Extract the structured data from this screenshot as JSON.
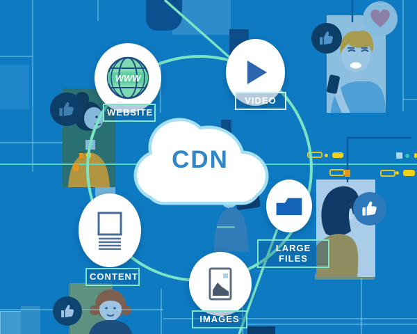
{
  "title": "CDN",
  "diagram": {
    "hub": {
      "label": "CDN",
      "icon": "cloud-icon"
    },
    "globe_text": "WWW",
    "nodes": [
      {
        "id": "website",
        "label": "WEBSITE",
        "icon": "globe-www-icon"
      },
      {
        "id": "video",
        "label": "VIDEO",
        "icon": "play-icon"
      },
      {
        "id": "large-files",
        "label": "LARGE FILES",
        "icon": "folder-icon"
      },
      {
        "id": "images",
        "label": "IMAGES",
        "icon": "image-icon"
      },
      {
        "id": "content",
        "label": "CONTENT",
        "icon": "document-icon"
      }
    ]
  },
  "decorations": {
    "social_icons": [
      "thumbs-up-icon",
      "thumbs-up-icon",
      "thumbs-up-icon",
      "thumbs-up-icon",
      "heart-icon"
    ],
    "people": [
      "man-holding-phone",
      "woman-with-bun",
      "woman-curly-hair",
      "woman-bob-haircut"
    ]
  },
  "colors": {
    "background": "#0E7AC2",
    "ring": "#7BE2C4",
    "grid_line": "#8CDCEF",
    "cloud_fill": "#FFFFFF",
    "cloud_outline": "#A5DFF3",
    "cdn_text": "#2F86C8",
    "label_text": "#FFFFFF",
    "label_border": "#7FE6CC",
    "accent_yellow": "#EFD11F",
    "accent_orange": "#E8951E"
  }
}
